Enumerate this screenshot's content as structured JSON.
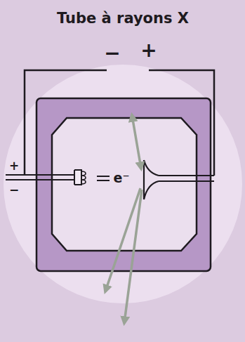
{
  "diagram": {
    "title": "Tube à rayons X",
    "labels": [
      "−",
      "+",
      "+",
      "−",
      "e⁻"
    ]
  }
}
